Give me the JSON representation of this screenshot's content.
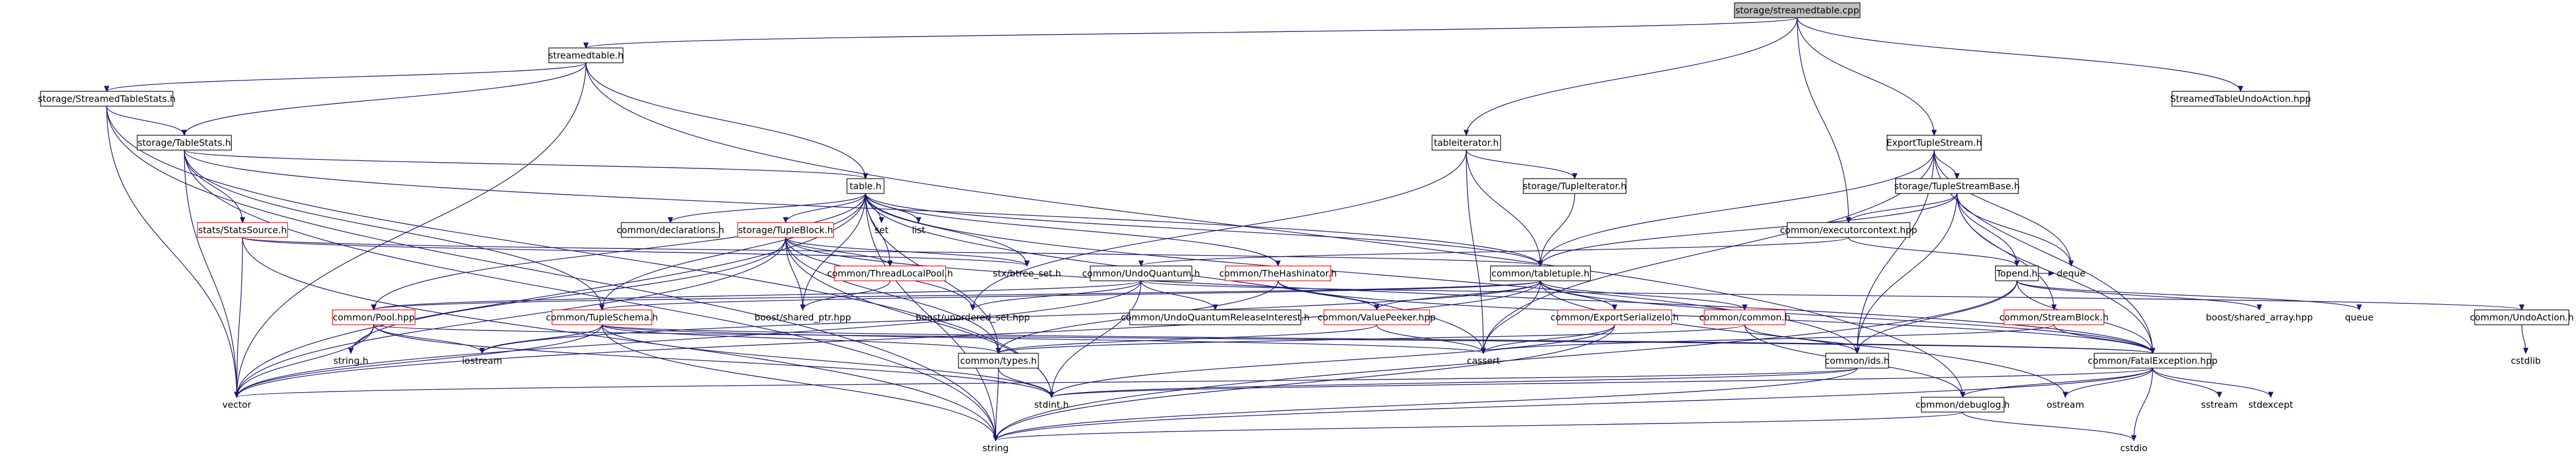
{
  "diagram": {
    "title": "storage/streamedtable.cpp",
    "nodes": [
      {
        "id": "root",
        "label": "storage/streamedtable.cpp",
        "style": "root"
      },
      {
        "id": "streamedtable_h",
        "label": "streamedtable.h",
        "style": "black"
      },
      {
        "id": "streamedtableundo",
        "label": "StreamedTableUndoAction.hpp",
        "style": "black"
      },
      {
        "id": "storage_streamedtablestats",
        "label": "storage/StreamedTableStats.h",
        "style": "black"
      },
      {
        "id": "storage_tablestats",
        "label": "storage/TableStats.h",
        "style": "black"
      },
      {
        "id": "tableiterator",
        "label": "tableiterator.h",
        "style": "black"
      },
      {
        "id": "exporttuplestream",
        "label": "ExportTupleStream.h",
        "style": "black"
      },
      {
        "id": "table_h",
        "label": "table.h",
        "style": "black"
      },
      {
        "id": "storage_tupleiterator",
        "label": "storage/TupleIterator.h",
        "style": "black"
      },
      {
        "id": "storage_tuplestreambase",
        "label": "storage/TupleStreamBase.h",
        "style": "black"
      },
      {
        "id": "common_declarations",
        "label": "common/declarations.h",
        "style": "black"
      },
      {
        "id": "storage_tupleblock",
        "label": "storage/TupleBlock.h",
        "style": "red"
      },
      {
        "id": "set",
        "label": "set",
        "style": "plain"
      },
      {
        "id": "list",
        "label": "list",
        "style": "plain"
      },
      {
        "id": "stats_statssource",
        "label": "stats/StatsSource.h",
        "style": "red"
      },
      {
        "id": "common_executorcontext",
        "label": "common/executorcontext.hpp",
        "style": "black"
      },
      {
        "id": "common_threadlocalpool",
        "label": "common/ThreadLocalPool.h",
        "style": "red"
      },
      {
        "id": "stx_btree_set",
        "label": "stx/btree_set.h",
        "style": "plain"
      },
      {
        "id": "common_thehashinator",
        "label": "common/TheHashinator.h",
        "style": "red"
      },
      {
        "id": "common_tabletuple",
        "label": "common/tabletuple.h",
        "style": "black"
      },
      {
        "id": "deque",
        "label": "deque",
        "style": "plain"
      },
      {
        "id": "common_undoquantum",
        "label": "common/UndoQuantum.h",
        "style": "black"
      },
      {
        "id": "topend",
        "label": "Topend.h",
        "style": "black"
      },
      {
        "id": "common_pool",
        "label": "common/Pool.hpp",
        "style": "red"
      },
      {
        "id": "common_tupleschema",
        "label": "common/TupleSchema.h",
        "style": "red"
      },
      {
        "id": "boost_shared_ptr",
        "label": "boost/shared_ptr.hpp",
        "style": "plain"
      },
      {
        "id": "boost_unordered_set",
        "label": "boost/unordered_set.hpp",
        "style": "plain"
      },
      {
        "id": "common_undoquantumrelease",
        "label": "common/UndoQuantumReleaseInterest.h",
        "style": "black"
      },
      {
        "id": "common_valuepeeker",
        "label": "common/ValuePeeker.hpp",
        "style": "red"
      },
      {
        "id": "common_exportserializeio",
        "label": "common/ExportSerializeIo.h",
        "style": "red"
      },
      {
        "id": "common_common",
        "label": "common/common.h",
        "style": "red"
      },
      {
        "id": "common_streamblock",
        "label": "common/StreamBlock.h",
        "style": "red"
      },
      {
        "id": "boost_shared_array",
        "label": "boost/shared_array.hpp",
        "style": "plain"
      },
      {
        "id": "queue",
        "label": "queue",
        "style": "plain"
      },
      {
        "id": "common_undoaction",
        "label": "common/UndoAction.h",
        "style": "black"
      },
      {
        "id": "string_h",
        "label": "string.h",
        "style": "plain"
      },
      {
        "id": "iostream",
        "label": "iostream",
        "style": "plain"
      },
      {
        "id": "cassert",
        "label": "cassert",
        "style": "plain"
      },
      {
        "id": "common_types",
        "label": "common/types.h",
        "style": "black"
      },
      {
        "id": "common_debuglog",
        "label": "common/debuglog.h",
        "style": "black"
      },
      {
        "id": "common_fatalexception",
        "label": "common/FatalException.hpp",
        "style": "black"
      },
      {
        "id": "vector",
        "label": "vector",
        "style": "plain"
      },
      {
        "id": "stdint",
        "label": "stdint.h",
        "style": "plain"
      },
      {
        "id": "ostream",
        "label": "ostream",
        "style": "plain"
      },
      {
        "id": "sstream",
        "label": "sstream",
        "style": "plain"
      },
      {
        "id": "stdexcept",
        "label": "stdexcept",
        "style": "plain"
      },
      {
        "id": "cstdlib",
        "label": "cstdlib",
        "style": "plain"
      },
      {
        "id": "cstdio",
        "label": "cstdio",
        "style": "plain"
      },
      {
        "id": "string",
        "label": "string",
        "style": "plain"
      }
    ],
    "edges": [
      [
        "root",
        "streamedtable_h"
      ],
      [
        "root",
        "tableiterator"
      ],
      [
        "root",
        "exporttuplestream"
      ],
      [
        "root",
        "streamedtableundo"
      ],
      [
        "root",
        "common_executorcontext"
      ],
      [
        "streamedtable_h",
        "storage_streamedtablestats"
      ],
      [
        "streamedtable_h",
        "storage_tablestats"
      ],
      [
        "streamedtable_h",
        "table_h"
      ],
      [
        "streamedtable_h",
        "vector"
      ],
      [
        "streamedtable_h",
        "common_debuglog"
      ],
      [
        "storage_streamedtablestats",
        "storage_tablestats"
      ],
      [
        "storage_streamedtablestats",
        "vector"
      ],
      [
        "storage_streamedtablestats",
        "string"
      ],
      [
        "storage_streamedtablestats",
        "stdint"
      ],
      [
        "storage_tablestats",
        "stats_statssource"
      ],
      [
        "storage_tablestats",
        "table_h"
      ],
      [
        "storage_tablestats",
        "vector"
      ],
      [
        "storage_tablestats",
        "string"
      ],
      [
        "storage_tablestats",
        "common_tupleschema"
      ],
      [
        "storage_tablestats",
        "common_tabletuple"
      ],
      [
        "table_h",
        "common_declarations"
      ],
      [
        "table_h",
        "storage_tupleblock"
      ],
      [
        "table_h",
        "set"
      ],
      [
        "table_h",
        "list"
      ],
      [
        "table_h",
        "common_threadlocalpool"
      ],
      [
        "table_h",
        "stx_btree_set"
      ],
      [
        "table_h",
        "common_thehashinator"
      ],
      [
        "table_h",
        "common_tabletuple"
      ],
      [
        "table_h",
        "common_pool"
      ],
      [
        "table_h",
        "common_tupleschema"
      ],
      [
        "table_h",
        "vector"
      ],
      [
        "table_h",
        "string"
      ],
      [
        "table_h",
        "common_types"
      ],
      [
        "table_h",
        "common_ids"
      ],
      [
        "table_h",
        "cassert"
      ],
      [
        "table_h",
        "boost_shared_ptr"
      ],
      [
        "tableiterator",
        "storage_tupleiterator"
      ],
      [
        "tableiterator",
        "common_tabletuple"
      ],
      [
        "tableiterator",
        "cassert"
      ],
      [
        "tableiterator",
        "boost_unordered_set"
      ],
      [
        "storage_tupleiterator",
        "common_tabletuple"
      ],
      [
        "exporttuplestream",
        "storage_tuplestreambase"
      ],
      [
        "exporttuplestream",
        "common_tabletuple"
      ],
      [
        "exporttuplestream",
        "deque"
      ],
      [
        "exporttuplestream",
        "common_ids"
      ],
      [
        "exporttuplestream",
        "cassert"
      ],
      [
        "exporttuplestream",
        "common_fatalexception"
      ],
      [
        "storage_tuplestreambase",
        "common_executorcontext"
      ],
      [
        "storage_tuplestreambase",
        "topend"
      ],
      [
        "storage_tuplestreambase",
        "deque"
      ],
      [
        "storage_tuplestreambase",
        "common_streamblock"
      ],
      [
        "storage_tuplestreambase",
        "common_ids"
      ],
      [
        "storage_tuplestreambase",
        "common_tabletuple"
      ],
      [
        "storage_tuplestreambase",
        "common_fatalexception"
      ],
      [
        "common_executorcontext",
        "common_undoquantum"
      ],
      [
        "common_executorcontext",
        "topend"
      ],
      [
        "topend",
        "common_ids"
      ],
      [
        "topend",
        "boost_shared_array"
      ],
      [
        "topend",
        "queue"
      ],
      [
        "topend",
        "common_fatalexception"
      ],
      [
        "topend",
        "deque"
      ],
      [
        "topend",
        "string"
      ],
      [
        "common_undoquantum",
        "common_undoquantumrelease"
      ],
      [
        "common_undoquantum",
        "common_pool"
      ],
      [
        "common_undoquantum",
        "common_undoaction"
      ],
      [
        "common_undoquantum",
        "vector"
      ],
      [
        "common_undoquantum",
        "boost_unordered_set"
      ],
      [
        "common_undoquantum",
        "stdint"
      ],
      [
        "common_tabletuple",
        "common_common"
      ],
      [
        "common_tabletuple",
        "common_tupleschema"
      ],
      [
        "common_tabletuple",
        "common_valuepeeker"
      ],
      [
        "common_tabletuple",
        "common_exportserializeio"
      ],
      [
        "common_tabletuple",
        "common_fatalexception"
      ],
      [
        "common_tabletuple",
        "common_pool"
      ],
      [
        "common_tabletuple",
        "ostream"
      ],
      [
        "common_tabletuple",
        "iostream"
      ],
      [
        "common_tabletuple",
        "vector"
      ],
      [
        "common_tabletuple",
        "cassert"
      ],
      [
        "storage_tupleblock",
        "common_threadlocalpool"
      ],
      [
        "storage_tupleblock",
        "stx_btree_set"
      ],
      [
        "storage_tupleblock",
        "boost_shared_ptr"
      ],
      [
        "storage_tupleblock",
        "boost_unordered_set"
      ],
      [
        "storage_tupleblock",
        "common_types"
      ],
      [
        "storage_tupleblock",
        "vector"
      ],
      [
        "storage_tupleblock",
        "stdint"
      ],
      [
        "storage_tupleblock",
        "string_h"
      ],
      [
        "storage_tupleblock",
        "common_fatalexception"
      ],
      [
        "common_threadlocalpool",
        "boost_shared_ptr"
      ],
      [
        "common_thehashinator",
        "common_valuepeeker"
      ],
      [
        "common_thehashinator",
        "common_fatalexception"
      ],
      [
        "common_thehashinator",
        "common_types"
      ],
      [
        "stats_statssource",
        "common_tabletuple"
      ],
      [
        "stats_statssource",
        "stx_btree_set"
      ],
      [
        "stats_statssource",
        "string"
      ],
      [
        "stats_statssource",
        "vector"
      ],
      [
        "common_pool",
        "string_h"
      ],
      [
        "common_pool",
        "vector"
      ],
      [
        "common_pool",
        "common_fatalexception"
      ],
      [
        "common_pool",
        "iostream"
      ],
      [
        "common_pool",
        "stdint"
      ],
      [
        "common_tupleschema",
        "common_types"
      ],
      [
        "common_tupleschema",
        "common_fatalexception"
      ],
      [
        "common_tupleschema",
        "vector"
      ],
      [
        "common_tupleschema",
        "iostream"
      ],
      [
        "common_tupleschema",
        "stdint"
      ],
      [
        "common_tupleschema",
        "string"
      ],
      [
        "common_tupleschema",
        "cassert"
      ],
      [
        "common_valuepeeker",
        "common_types"
      ],
      [
        "common_valuepeeker",
        "cassert"
      ],
      [
        "common_exportserializeio",
        "cassert"
      ],
      [
        "common_exportserializeio",
        "string"
      ],
      [
        "common_exportserializeio",
        "stdint"
      ],
      [
        "common_common",
        "common_types"
      ],
      [
        "common_common",
        "common_debuglog"
      ],
      [
        "common_common",
        "common_ids"
      ],
      [
        "common_streamblock",
        "common_fatalexception"
      ],
      [
        "common_streamblock",
        "cassert"
      ],
      [
        "common_undoaction",
        "cstdlib"
      ],
      [
        "common_types",
        "stdint"
      ],
      [
        "common_types",
        "string"
      ],
      [
        "common_ids",
        "stdint"
      ],
      [
        "common_ids",
        "vector"
      ],
      [
        "common_ids",
        "string"
      ],
      [
        "common_fatalexception",
        "common_debuglog"
      ],
      [
        "common_fatalexception",
        "ostream"
      ],
      [
        "common_fatalexception",
        "sstream"
      ],
      [
        "common_fatalexception",
        "stdexcept"
      ],
      [
        "common_fatalexception",
        "string"
      ],
      [
        "common_fatalexception",
        "cstdio"
      ],
      [
        "common_fatalexception",
        "stdint"
      ],
      [
        "common_debuglog",
        "cstdio"
      ],
      [
        "common_debuglog",
        "string"
      ]
    ]
  },
  "extra_nodes": [
    {
      "id": "common_ids",
      "label": "common/ids.h",
      "style": "black"
    }
  ]
}
